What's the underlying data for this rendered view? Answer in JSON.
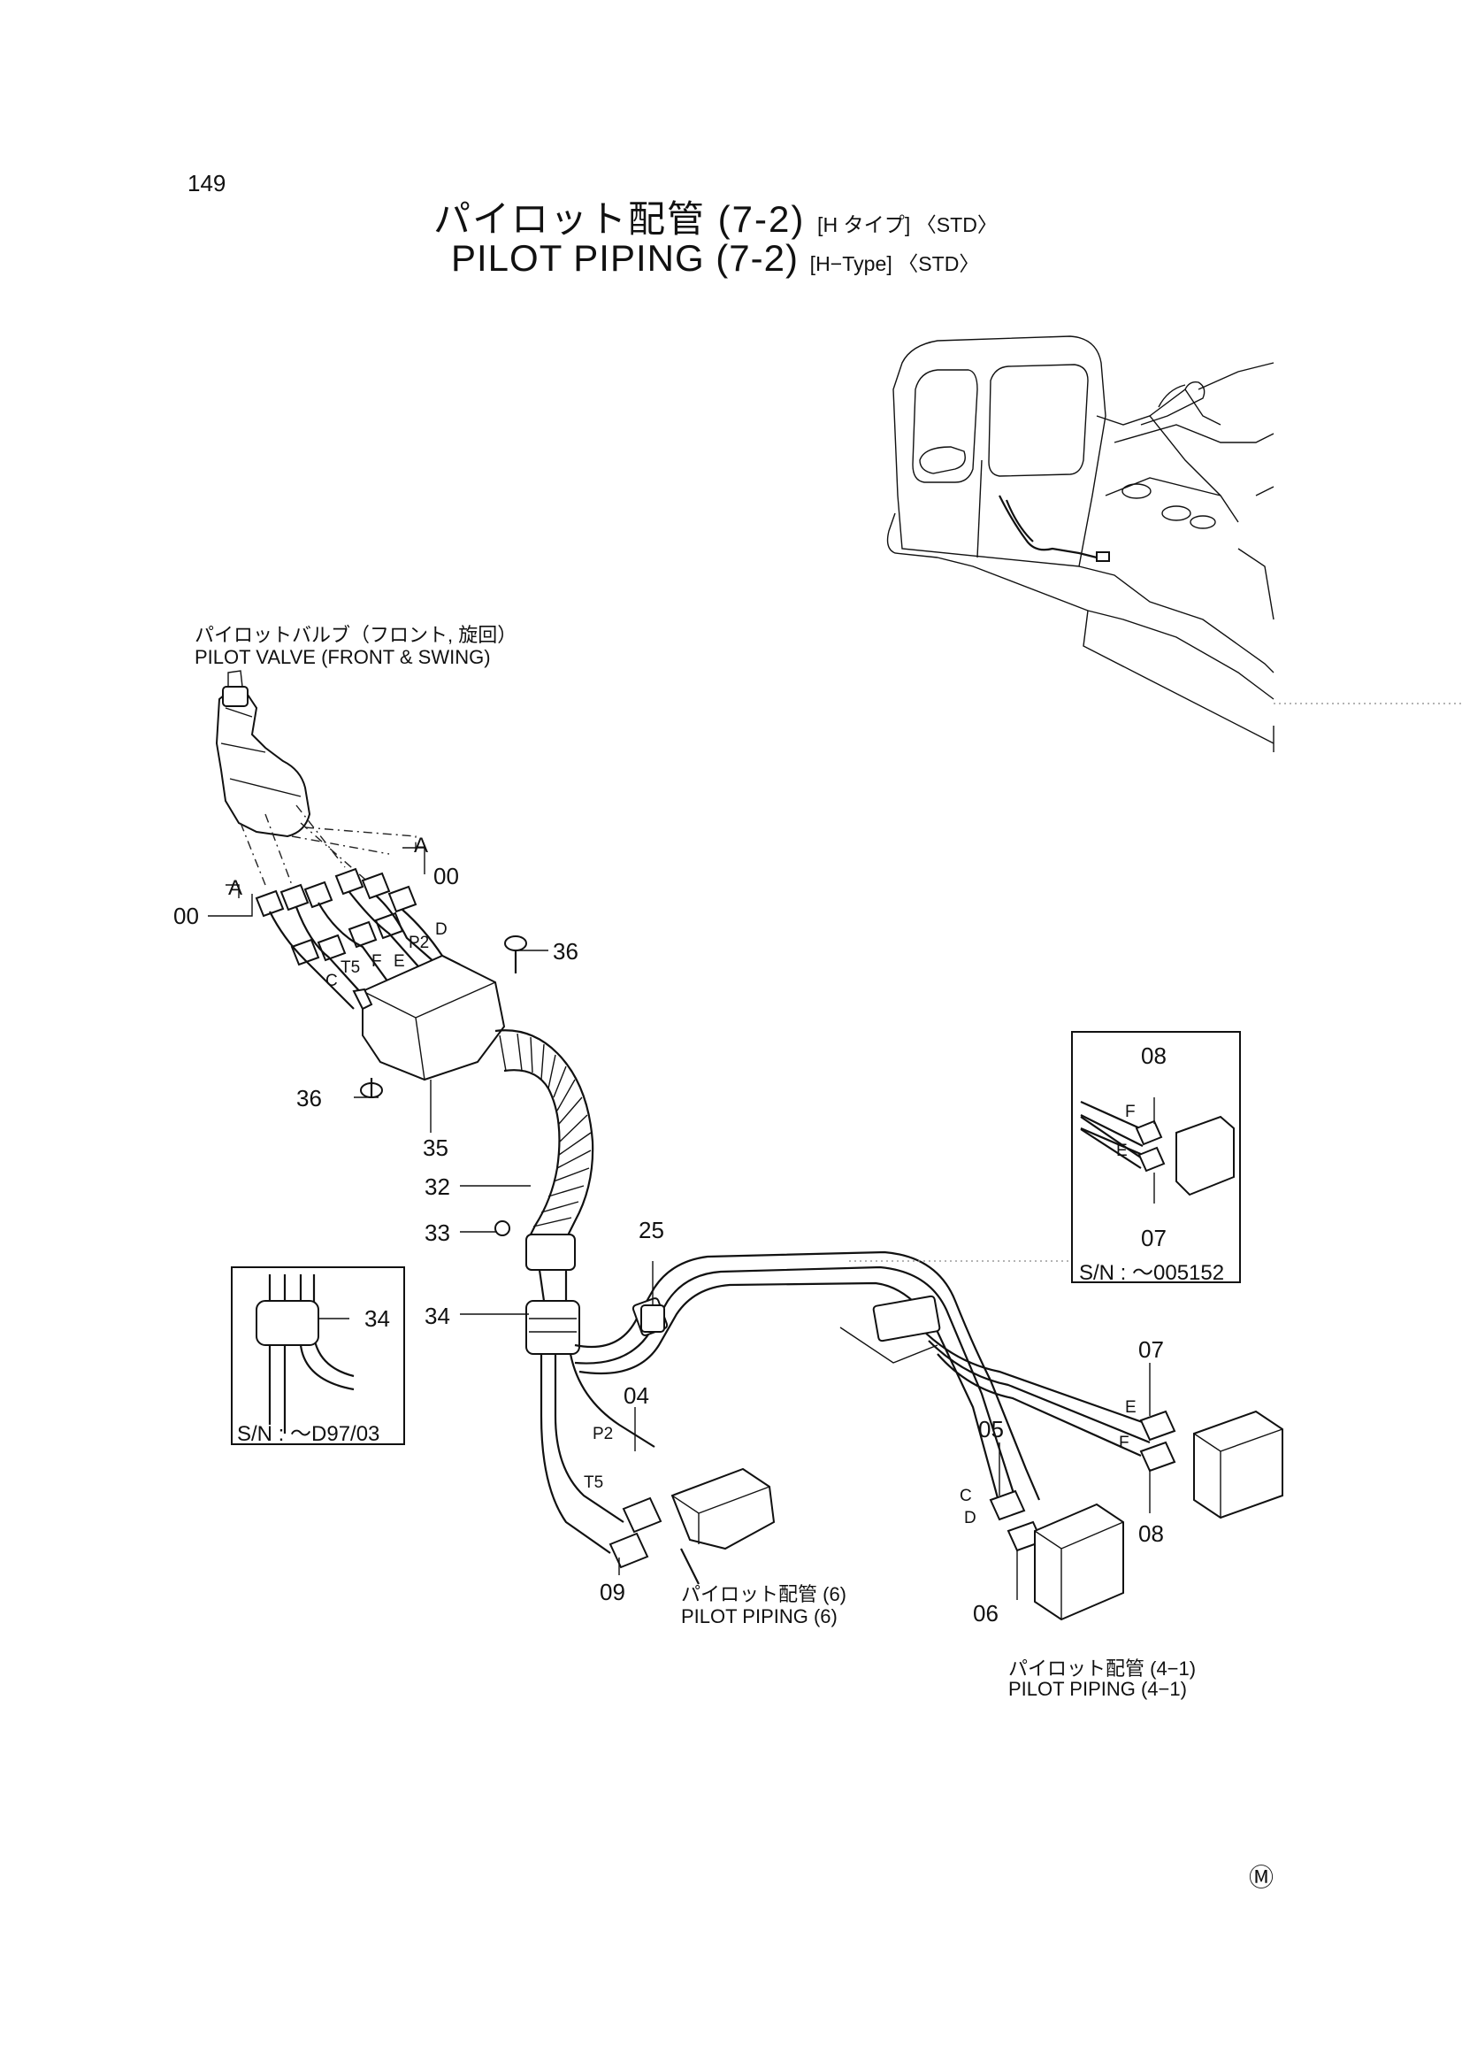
{
  "page_number": "149",
  "title": {
    "jp_main": "パイロット配管 (7-2)",
    "jp_tag": "[H タイプ] 〈STD〉",
    "en_main": "PILOT PIPING (7-2)",
    "en_tag": "[H−Type] 〈STD〉"
  },
  "callouts": {
    "pilot_valve_jp": "パイロットバルブ（フロント, 旋回）",
    "pilot_valve_en": "PILOT VALVE (FRONT & SWING)",
    "piping6_jp": "パイロット配管 (6)",
    "piping6_en": "PILOT PIPING (6)",
    "piping41_jp": "パイロット配管 (4−1)",
    "piping41_en": "PILOT PIPING (4−1)"
  },
  "inset_right": {
    "serial": "S/N :  ～005152",
    "part_top": "08",
    "part_bottom": "07",
    "port_f": "F",
    "port_e": "E"
  },
  "inset_left": {
    "serial": "S/N :  ～D97/03",
    "part": "34"
  },
  "port_letters": {
    "a_top": "A",
    "a_left": "A",
    "p2": "P2",
    "d": "D",
    "t5": "T5",
    "f": "F",
    "e": "E",
    "c": "C",
    "p2_lower": "P2",
    "t5_lower": "T5",
    "c_lower": "C",
    "d_lower": "D",
    "e_lower": "E",
    "f_lower": "F"
  },
  "part_numbers": {
    "n00_right": "00",
    "n00_left": "00",
    "n36_top": "36",
    "n36_left": "36",
    "n35": "35",
    "n32": "32",
    "n33": "33",
    "n34": "34",
    "n25": "25",
    "n04": "04",
    "n09": "09",
    "n05": "05",
    "n06": "06",
    "n07": "07",
    "n08": "08"
  },
  "mark": "Ⓜ"
}
